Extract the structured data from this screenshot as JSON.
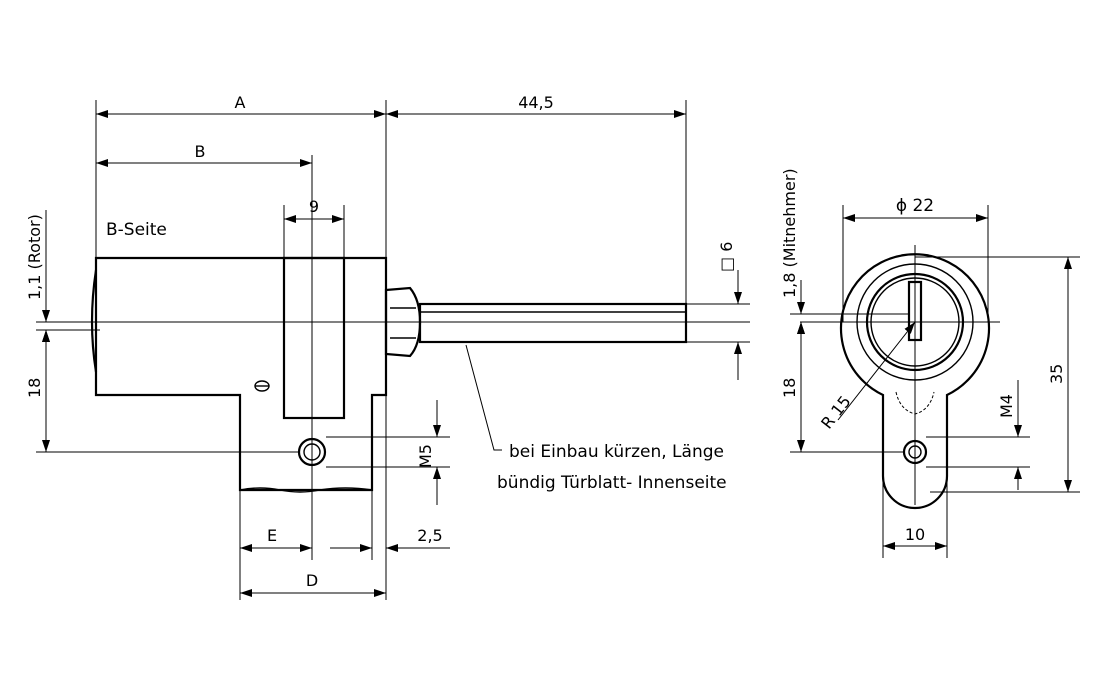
{
  "labels": {
    "dim_A": "A",
    "dim_44_5": "44,5",
    "dim_B": "B",
    "dim_9": "9",
    "b_seite": "B-Seite",
    "rotor": "1,1 (Rotor)",
    "dim_18_left": "18",
    "square_6": "□ 6",
    "m5": "M5",
    "note_line1": "bei Einbau kürzen, Länge",
    "note_line2": "bündig Türblatt- Innenseite",
    "dim_E": "E",
    "dim_2_5": "2,5",
    "dim_D": "D",
    "diameter_22": "ϕ 22",
    "mitnehmer": "1,8 (Mitnehmer)",
    "dim_18_right": "18",
    "radius_15": "R 15",
    "m4": "M4",
    "dim_35": "35",
    "dim_10": "10"
  }
}
